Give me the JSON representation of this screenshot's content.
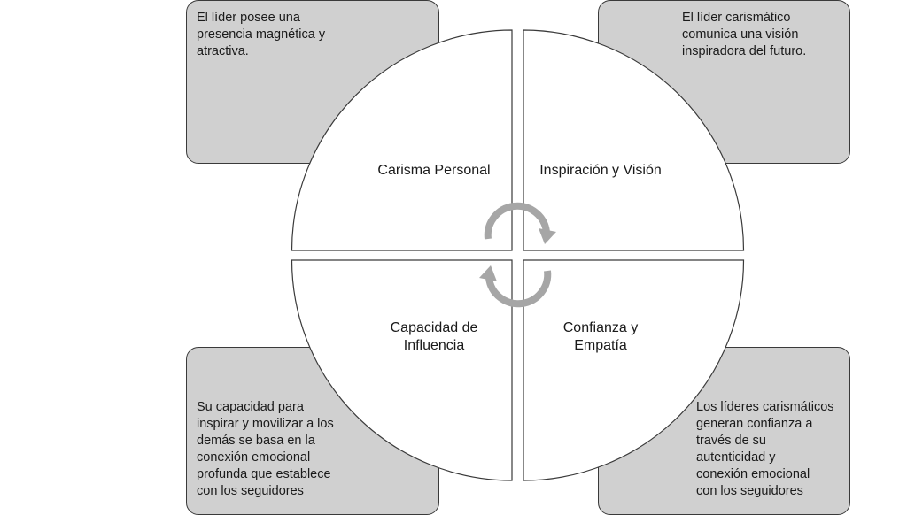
{
  "diagram": {
    "quadrants": {
      "top_left": "Carisma Personal",
      "top_right": "Inspiración y Visión",
      "bottom_left": "Capacidad de\nInfluencia",
      "bottom_right": "Confianza y\nEmpatía"
    },
    "boxes": {
      "top_left": "El líder posee una\npresencia magnética y\natractiva.",
      "top_right": "El líder carismático\ncomunica una visión\ninspiradora del futuro.",
      "bottom_left": "Su capacidad para\ninspirar y movilizar a los\ndemás se basa en la\nconexión emocional\nprofunda que establece\ncon los seguidores",
      "bottom_right": "Los líderes carismáticos\ngeneran confianza a\ntravés de su\nautenticidad y\nconexión emocional\ncon los seguidores"
    },
    "center_icon": "cycle-arrows-icon",
    "colors": {
      "box_fill": "#d0d0d0",
      "circle_fill": "#ffffff",
      "outline": "#3a3a3a",
      "arrow": "#a6a6a6"
    }
  }
}
